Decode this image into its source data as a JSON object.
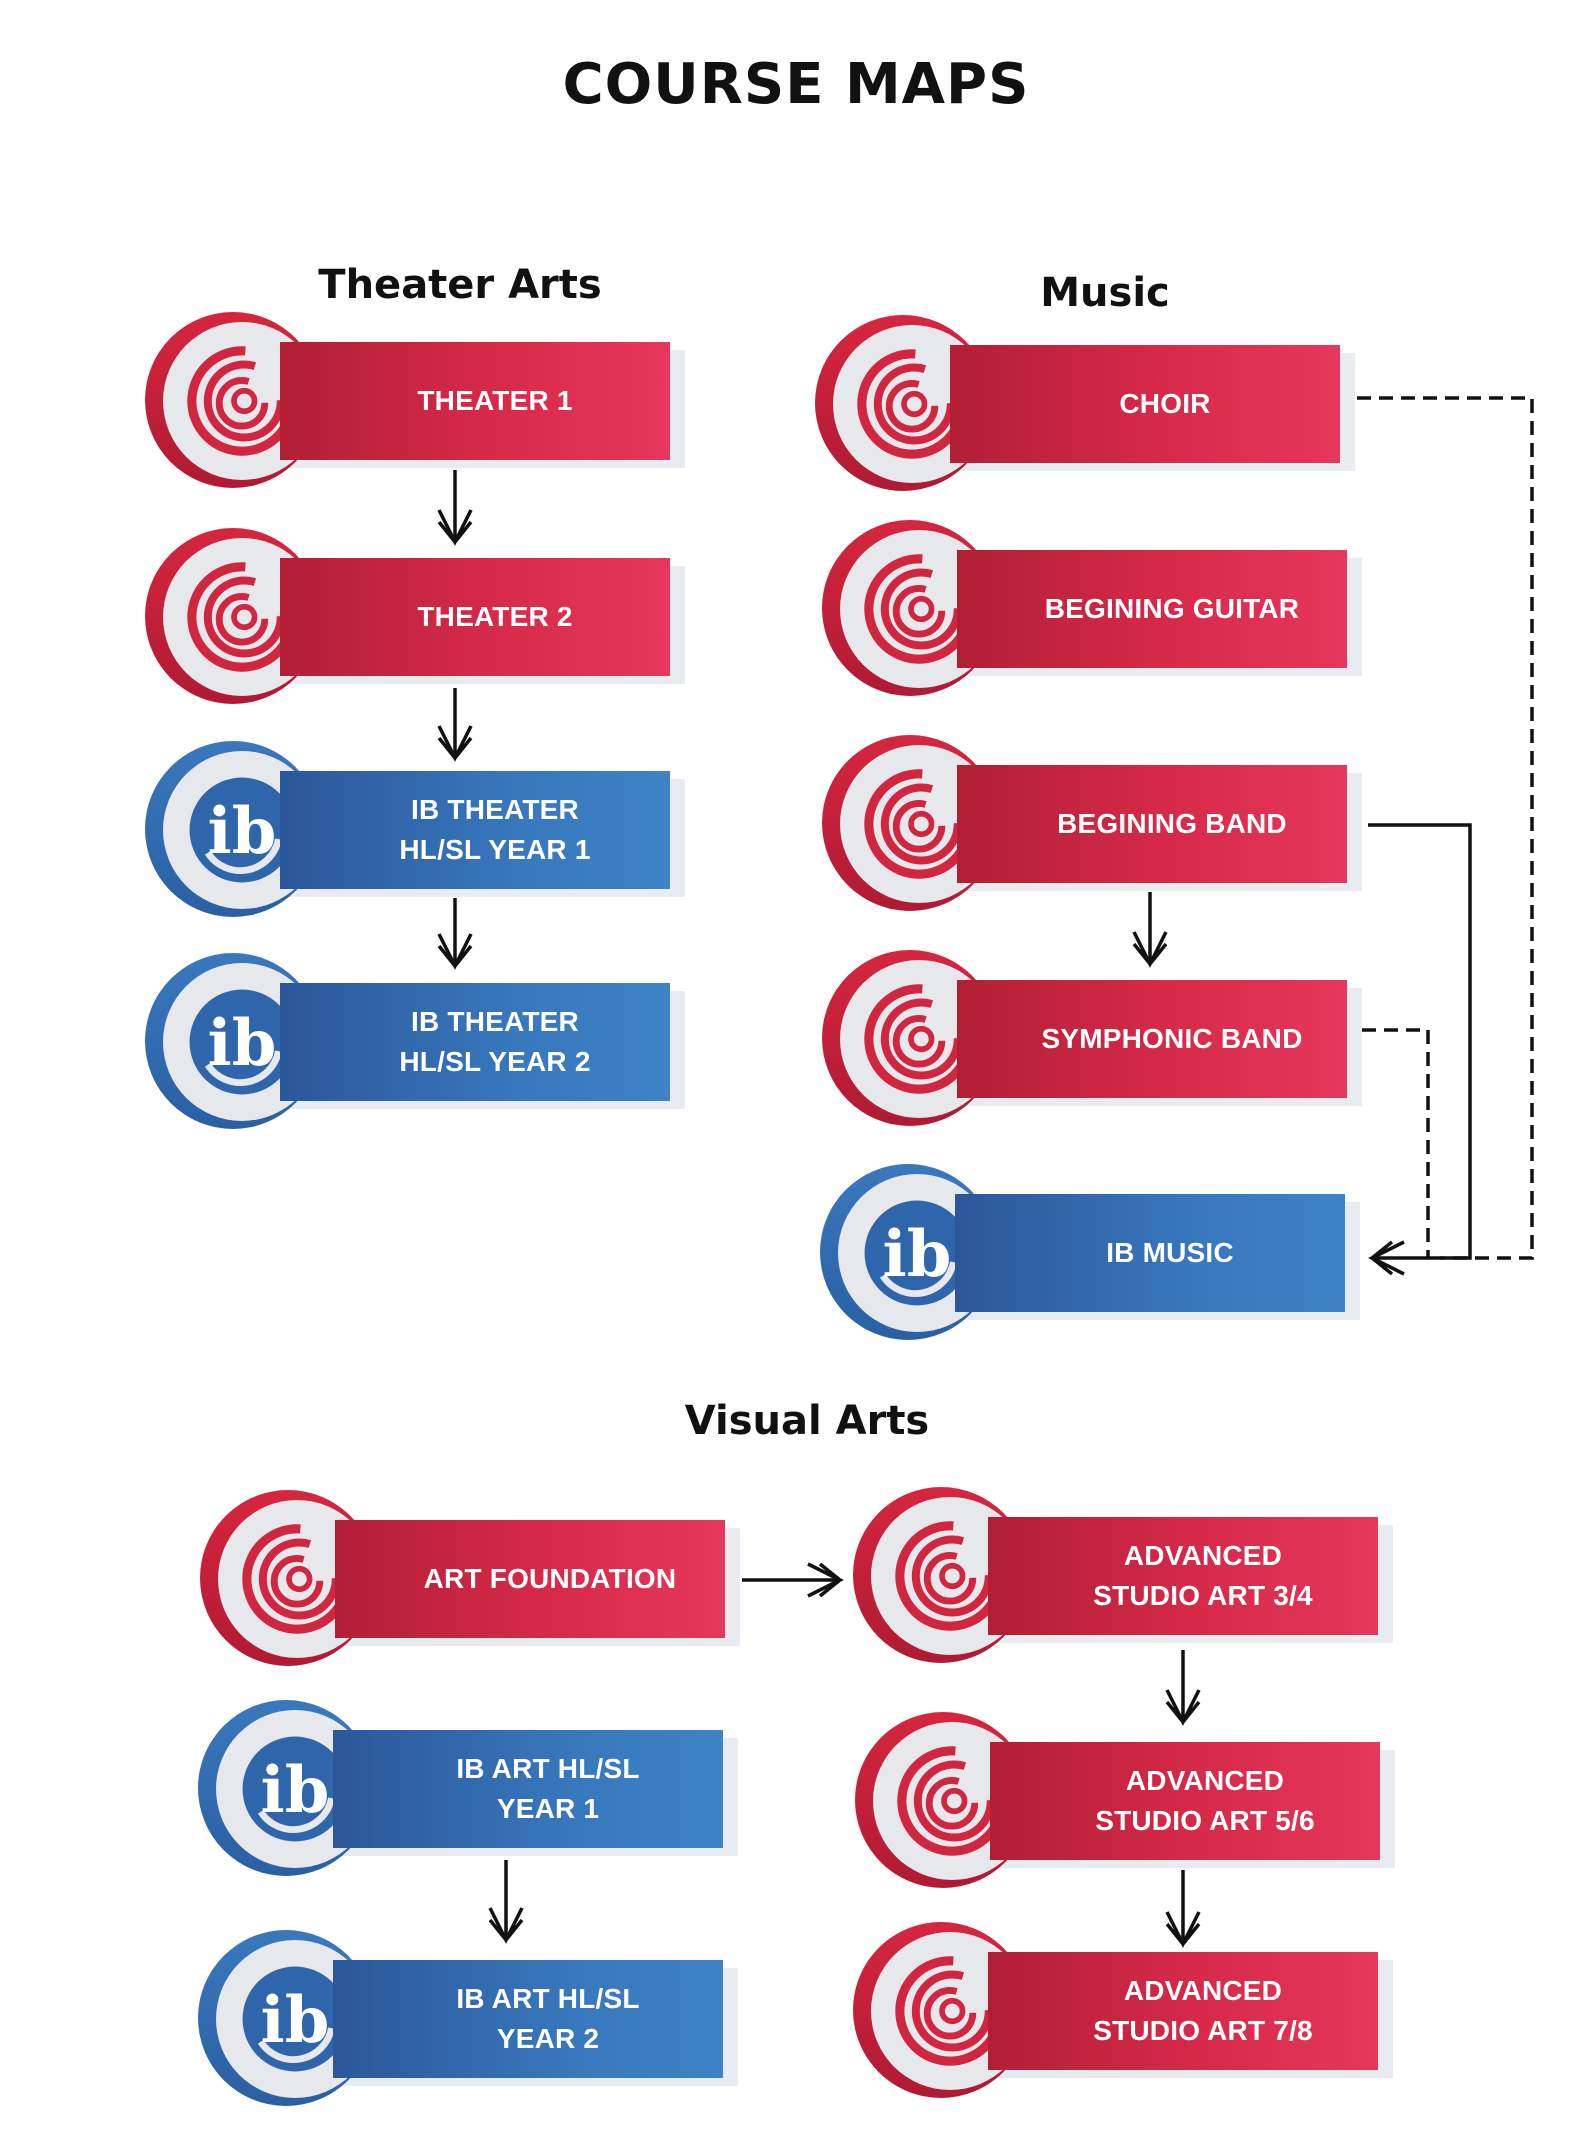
{
  "title": "COURSE MAPS",
  "colors": {
    "red": "#d72a48",
    "blue": "#3877bc",
    "disc": "#e6e8ec",
    "connector": "#111111"
  },
  "sections": {
    "theater": {
      "heading": "Theater Arts",
      "courses": [
        {
          "label": "THEATER 1",
          "kind": "red",
          "icon": "swirl-logo-icon"
        },
        {
          "label": "THEATER 2",
          "kind": "red",
          "icon": "swirl-logo-icon"
        },
        {
          "label": "IB THEATER\nHL/SL YEAR 1",
          "kind": "blue",
          "icon": "ib-logo-icon"
        },
        {
          "label": "IB THEATER\nHL/SL YEAR 2",
          "kind": "blue",
          "icon": "ib-logo-icon"
        }
      ]
    },
    "music": {
      "heading": "Music",
      "courses": [
        {
          "label": "CHOIR",
          "kind": "red",
          "icon": "swirl-logo-icon"
        },
        {
          "label": "BEGINING GUITAR",
          "kind": "red",
          "icon": "swirl-logo-icon"
        },
        {
          "label": "BEGINING BAND",
          "kind": "red",
          "icon": "swirl-logo-icon"
        },
        {
          "label": "SYMPHONIC BAND",
          "kind": "red",
          "icon": "swirl-logo-icon"
        },
        {
          "label": "IB MUSIC",
          "kind": "blue",
          "icon": "ib-logo-icon"
        }
      ]
    },
    "visual": {
      "heading": "Visual Arts",
      "courses": [
        {
          "label": "ART  FOUNDATION",
          "kind": "red",
          "icon": "swirl-logo-icon"
        },
        {
          "label": "IB ART HL/SL\nYEAR 1",
          "kind": "blue",
          "icon": "ib-logo-icon"
        },
        {
          "label": "IB ART HL/SL\nYEAR 2",
          "kind": "blue",
          "icon": "ib-logo-icon"
        },
        {
          "label": "ADVANCED\nSTUDIO ART 3/4",
          "kind": "red",
          "icon": "swirl-logo-icon"
        },
        {
          "label": "ADVANCED\nSTUDIO ART 5/6",
          "kind": "red",
          "icon": "swirl-logo-icon"
        },
        {
          "label": "ADVANCED\nSTUDIO ART 7/8",
          "kind": "red",
          "icon": "swirl-logo-icon"
        }
      ]
    }
  }
}
